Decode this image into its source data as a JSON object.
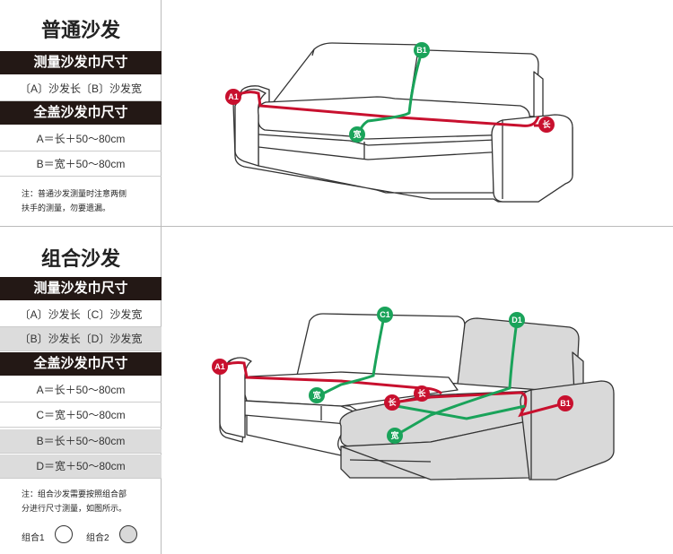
{
  "section1": {
    "title": "普通沙发",
    "bar1": "测量沙发巾尺寸",
    "row1": "〔A〕沙发长〔B〕沙发宽",
    "bar2": "全盖沙发巾尺寸",
    "row2": "A＝长＋50～80cm",
    "row3": "B＝宽＋50～80cm",
    "note_line1": "注：普通沙发测量时注意两侧",
    "note_line2": "扶手的测量，勿要遗漏。",
    "labels": {
      "a1": "A1",
      "b1": "B1",
      "chang": "长",
      "kuan": "宽"
    }
  },
  "section2": {
    "title": "组合沙发",
    "bar1": "测量沙发巾尺寸",
    "row1": "〔A〕沙发长〔C〕沙发宽",
    "row2": "〔B〕沙发长〔D〕沙发宽",
    "bar2": "全盖沙发巾尺寸",
    "row3": "A＝长＋50～80cm",
    "row4": "C＝宽＋50～80cm",
    "row5": "B＝长＋50～80cm",
    "row6": "D＝宽＋50～80cm",
    "note_line1": "注：组合沙发需要按照组合部",
    "note_line2": "分进行尺寸测量，如图所示。",
    "legend1": "组合1",
    "legend2": "组合2",
    "labels": {
      "a1": "A1",
      "c1": "C1",
      "d1": "D1",
      "b1": "B1",
      "chang1": "长",
      "chang2": "长",
      "kuan1": "宽",
      "kuan2": "宽"
    }
  },
  "colors": {
    "red": "#c8102e",
    "green": "#1aa35a",
    "dark_bar": "#231815",
    "grey_fill": "#d9d9d9"
  }
}
